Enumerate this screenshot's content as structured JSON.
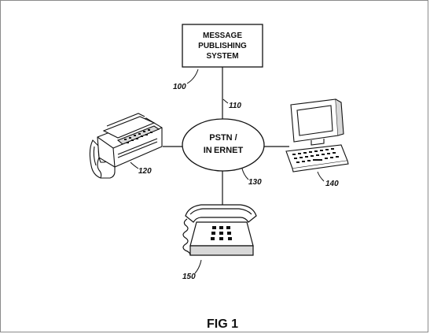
{
  "mps": {
    "line1": "MESSAGE",
    "line2": "PUBLISHING",
    "line3": "SYSTEM",
    "ref": "100"
  },
  "network": {
    "line1": "PSTN /",
    "line2": "IN ERNET",
    "ref": "130"
  },
  "links": {
    "mps_network_ref": "110"
  },
  "fax": {
    "ref": "120"
  },
  "computer": {
    "ref": "140"
  },
  "telephone": {
    "ref": "150"
  },
  "caption": "FIG 1",
  "colors": {
    "ink": "#111111",
    "paper": "#ffffff",
    "shade": "#d8d8d8",
    "frame": "#8a8a8a"
  }
}
